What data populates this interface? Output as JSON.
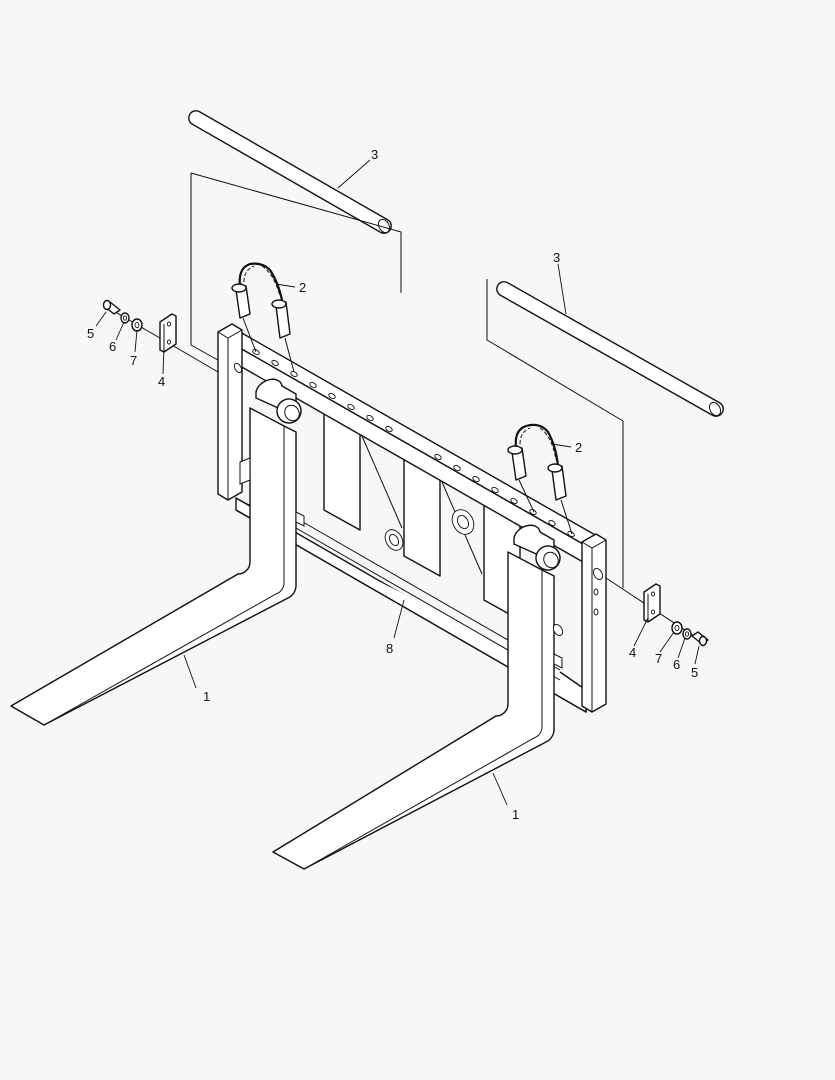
{
  "diagram": {
    "type": "exploded-parts-drawing",
    "colors": {
      "background": "#f7f7f7",
      "line": "#111111",
      "fill": "#ffffff"
    },
    "callouts": {
      "fork_left": "1",
      "fork_right": "1",
      "pin_chain_left": "2",
      "pin_chain_right": "2",
      "rod_left": "3",
      "rod_right": "3",
      "plate_left": "4",
      "plate_right": "4",
      "bolt_left": "5",
      "bolt_right": "5",
      "washer_left": "6",
      "washer_right": "6",
      "nut_left": "7",
      "nut_right": "7",
      "frame": "8"
    }
  }
}
